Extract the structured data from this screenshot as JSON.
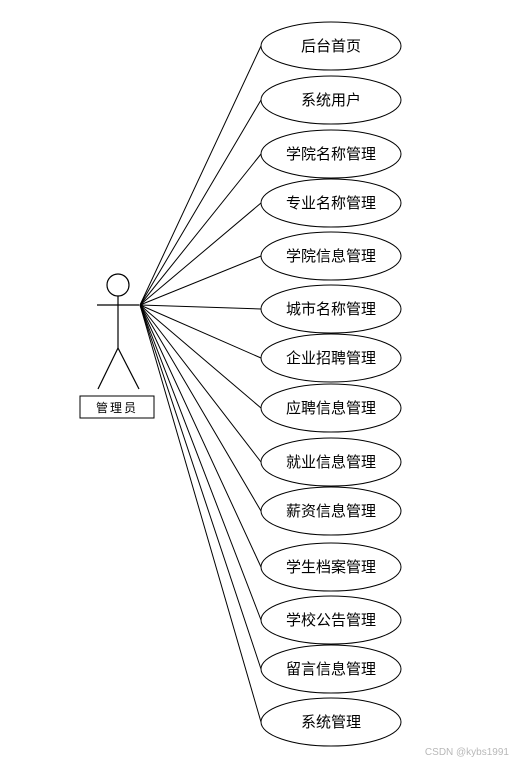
{
  "actor": {
    "label": "管理员"
  },
  "use_cases": [
    "后台首页",
    "系统用户",
    "学院名称管理",
    "专业名称管理",
    "学院信息管理",
    "城市名称管理",
    "企业招聘管理",
    "应聘信息管理",
    "就业信息管理",
    "薪资信息管理",
    "学生档案管理",
    "学校公告管理",
    "留言信息管理",
    "系统管理"
  ],
  "watermark": "CSDN @kybs1991",
  "colors": {
    "stroke": "#000000",
    "background": "#ffffff"
  }
}
